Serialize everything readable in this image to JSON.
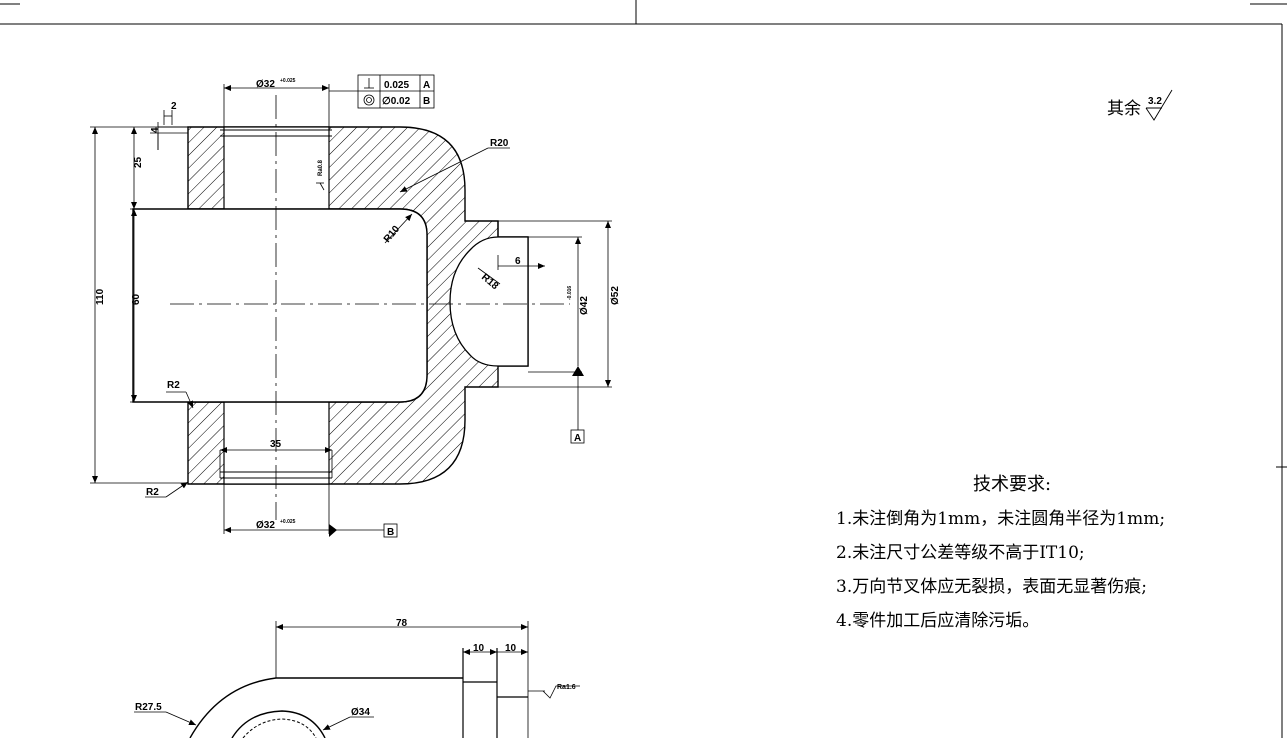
{
  "drawing": {
    "dimensions": {
      "bore_top": "Ø32",
      "bore_top_tol": "+0.025",
      "bore_top_tol2": "0",
      "bore_bottom": "Ø32",
      "bore_bottom_tol": "+0.025",
      "bore_bottom_tol2": "0",
      "chamfer_w": "2",
      "chamfer_h": "4",
      "d25": "25",
      "d110": "110",
      "d60": "60",
      "r20": "R20",
      "r10": "R10",
      "r18": "R18",
      "d6": "6",
      "d42": "Ø42",
      "d42_tol": "0",
      "d42_tol2": "-0.016",
      "d52": "Ø52",
      "r2_top": "R2",
      "r2_bottom": "R2",
      "d35": "35",
      "d78": "78",
      "d10a": "10",
      "d10b": "10",
      "r27_5": "R27.5",
      "d34": "Ø34"
    },
    "roughness": {
      "bore": "Ra0.8",
      "face": "Ra1.6",
      "general": "3.2",
      "general_label": "其余"
    },
    "tolerance_frames": [
      {
        "symbol": "⊥",
        "value": "0.025",
        "datum": "A"
      },
      {
        "symbol": "◎",
        "value": "∅0.02",
        "datum": "B"
      }
    ],
    "datums": {
      "a": "A",
      "b": "B"
    }
  },
  "tech_requirements": {
    "title": "技术要求:",
    "items": [
      "1.未注倒角为1mm，未注圆角半径为1mm;",
      "2.未注尺寸公差等级不高于IT10;",
      "3.万向节叉体应无裂损，表面无显著伤痕;",
      "4.零件加工后应清除污垢。"
    ]
  }
}
